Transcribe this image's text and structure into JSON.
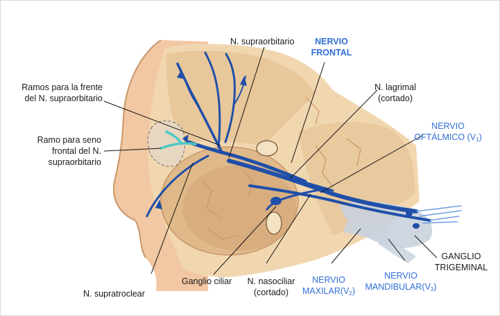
{
  "colors": {
    "nerve": "#1f4fa8",
    "nerve_light": "#6f9fe0",
    "sinus_branch": "#4fc7c7",
    "bone": "#f1d7b0",
    "bone_dark": "#e0b98a",
    "bone_shadow": "#c9976a",
    "skin": "#f2c7a3",
    "ganglion": "#c9d2dd",
    "label_blue": "#2f6fd6",
    "leader": "#111111"
  },
  "labels": {
    "supraorbitario": "N. supraorbitario",
    "frontal_1": "NERVIO",
    "frontal_2": "FRONTAL",
    "ramos_frente_1": "Ramos para la frente",
    "ramos_frente_2": "del N. supraorbitario",
    "lagrimal_1": "N. lagrimal",
    "lagrimal_2": "(cortado)",
    "oftalmico_1": "NERVIO",
    "oftalmico_2": "OFTÁLMICO (V",
    "oftalmico_sub": "1",
    "oftalmico_end": ")",
    "seno_1": "Ramo para seno",
    "seno_2": "frontal del N.",
    "seno_3": "supraorbitario",
    "ganglio_trig_1": "GANGLIO",
    "ganglio_trig_2": "TRIGEMINAL",
    "supratroclear": "N.  supratroclear",
    "ganglio_ciliar": "Ganglio ciliar",
    "nasociliar_1": "N. nasociliar",
    "nasociliar_2": "(cortado)",
    "maxilar_1": "NERVIO",
    "maxilar_2": "MAXILAR(V",
    "maxilar_sub": "2",
    "maxilar_end": ")",
    "mandibular_1": "NERVIO",
    "mandibular_2": "MANDIBULAR(V",
    "mandibular_sub": "3",
    "mandibular_end": ")"
  }
}
